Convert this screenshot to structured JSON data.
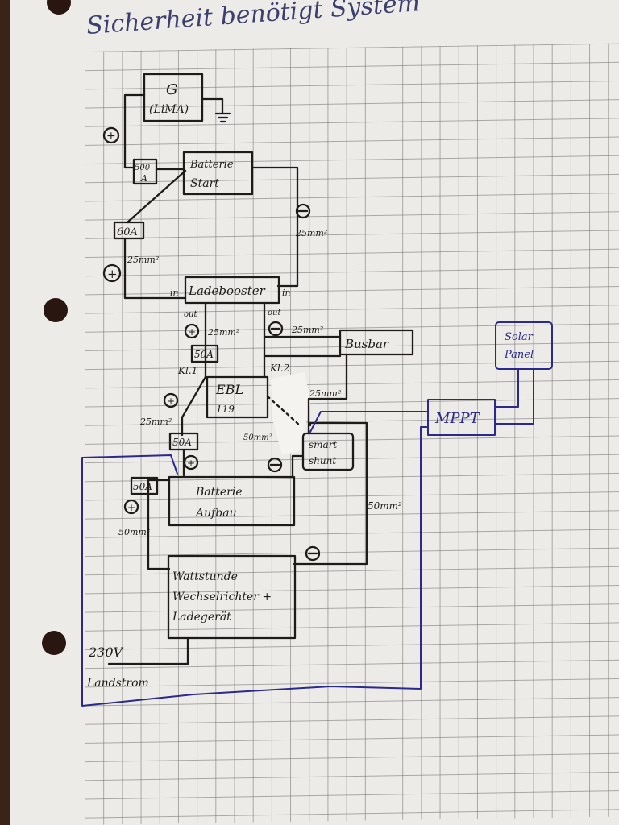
{
  "title": "Sicherheit benötigt System",
  "components": {
    "generator": {
      "label": "G",
      "sublabel": "(LiMA)"
    },
    "fuse_500": {
      "label": "500",
      "sublabel": "A"
    },
    "start_battery": {
      "label": "Batterie",
      "sublabel": "Start"
    },
    "fuse_60": {
      "label": "60A"
    },
    "ladebooster": {
      "label": "Ladebooster",
      "in_left": "in",
      "in_right": "in",
      "out_left": "out",
      "out_right": "out"
    },
    "fuse_50_top": {
      "label": "50A"
    },
    "busbar": {
      "label": "Busbar"
    },
    "ebl": {
      "label": "EBL",
      "sublabel": "119",
      "kl1": "Kl.1",
      "kl2": "Kl.2"
    },
    "fuse_50_mid": {
      "label": "50A"
    },
    "smart_shunt": {
      "label": "smart",
      "sublabel": "shunt"
    },
    "mppt": {
      "label": "MPPT"
    },
    "solar_panel": {
      "label": "Solar",
      "sublabel": "Panel"
    },
    "fuse_50_left": {
      "label": "50A"
    },
    "aufbau_battery": {
      "label": "Batterie",
      "sublabel": "Aufbau"
    },
    "inverter": {
      "line1": "Wattstunde",
      "line2": "Wechselrichter +",
      "line3": "Ladegerät"
    },
    "shore_power": {
      "voltage": "230V",
      "label": "Landstrom"
    }
  },
  "cable_labels": {
    "start_minus": "25mm²",
    "start_plus": "25mm²",
    "booster_out_plus": "25mm²",
    "booster_out_minus": "25mm²",
    "ebl_busbar": "25mm²",
    "ebl_kl1": "25mm²",
    "shunt_in": "50mm²",
    "shunt_out": "50mm²",
    "aufbau_plus": "50mm²"
  },
  "polarity": {
    "plus": "+",
    "minus": "−"
  }
}
